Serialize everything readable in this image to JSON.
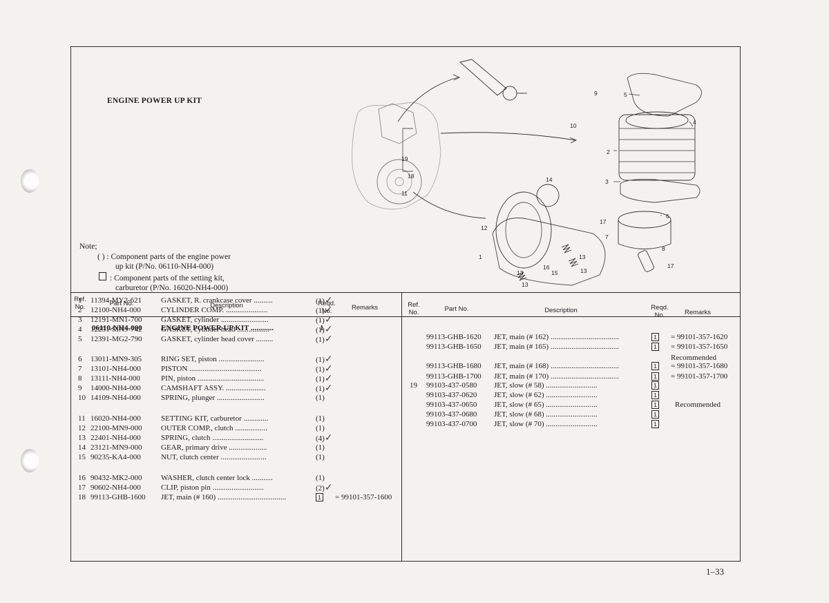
{
  "title": "ENGINE POWER UP KIT",
  "note": {
    "heading": "Note;",
    "l1": "( ) : Component parts of the engine power",
    "l2": "up kit (P/No. 06110-NH4-000)",
    "l3": ": Component parts of the setting kit,",
    "l4": "carburetor (P/No. 16020-NH4-000)"
  },
  "headers": {
    "ref1": "Ref.",
    "ref2": "No.",
    "part": "Part No.",
    "desc": "Description",
    "reqd1": "Reqd.",
    "reqd2": "No.",
    "remarks": "Remarks"
  },
  "kit": {
    "part": "06110-NH4-000",
    "desc": "ENGINE POWER UP KIT ............",
    "qty": "1"
  },
  "left_rows": [
    {
      "ref": "1",
      "part": "11394-MY2-621",
      "desc": "GASKET, R. crankcase cover ..........",
      "qty": "(1)",
      "chk": "✓",
      "rem": ""
    },
    {
      "ref": "2",
      "part": "12100-NH4-000",
      "desc": "CYLINDER COMP. ......................",
      "qty": "(1)",
      "chk": "✓",
      "rem": ""
    },
    {
      "ref": "3",
      "part": "12191-MN1-700",
      "desc": "GASKET, cylinder .........................",
      "qty": "(1)",
      "chk": "✓",
      "rem": ""
    },
    {
      "ref": "4",
      "part": "12251-MN9-742",
      "desc": "GASKET, cylinder head .................",
      "qty": "(1)",
      "chk": "✓",
      "rem": ""
    },
    {
      "ref": "5",
      "part": "12391-MG2-790",
      "desc": "GASKET, cylinder head cover .........",
      "qty": "(1)",
      "chk": "✓",
      "rem": ""
    },
    {
      "ref": "6",
      "part": "13011-MN9-305",
      "desc": "RING SET, piston ........................",
      "qty": "(1)",
      "chk": "✓",
      "rem": ""
    },
    {
      "ref": "7",
      "part": "13101-NH4-000",
      "desc": "PISTON ......................................",
      "qty": "(1)",
      "chk": "✓",
      "rem": ""
    },
    {
      "ref": "8",
      "part": "13111-NH4-000",
      "desc": "PIN, piston ...................................",
      "qty": "(1)",
      "chk": "✓",
      "rem": ""
    },
    {
      "ref": "9",
      "part": "14000-NH4-000",
      "desc": "CAMSHAFT ASSY. .....................",
      "qty": "(1)",
      "chk": "✓",
      "rem": ""
    },
    {
      "ref": "10",
      "part": "14109-NH4-000",
      "desc": "SPRING, plunger .........................",
      "qty": "(1)",
      "chk": "",
      "rem": ""
    },
    {
      "ref": "11",
      "part": "16020-NH4-000",
      "desc": "SETTING KIT, carburetor .............",
      "qty": "(1)",
      "chk": "",
      "rem": ""
    },
    {
      "ref": "12",
      "part": "22100-MN9-000",
      "desc": "OUTER COMP., clutch .................",
      "qty": "(1)",
      "chk": "",
      "rem": ""
    },
    {
      "ref": "13",
      "part": "22401-NH4-000",
      "desc": "SPRING, clutch ...........................",
      "qty": "(4)",
      "chk": "✓",
      "rem": ""
    },
    {
      "ref": "14",
      "part": "23121-MN9-000",
      "desc": "GEAR, primary drive ....................",
      "qty": "(1)",
      "chk": "",
      "rem": ""
    },
    {
      "ref": "15",
      "part": "90235-KA4-000",
      "desc": "NUT, clutch center ........................",
      "qty": "(1)",
      "chk": "",
      "rem": ""
    },
    {
      "ref": "16",
      "part": "90432-MK2-000",
      "desc": "WASHER, clutch center lock ...........",
      "qty": "(1)",
      "chk": "",
      "rem": ""
    },
    {
      "ref": "17",
      "part": "90602-NH4-000",
      "desc": "CLIP, piston pin ...........................",
      "qty": "(2)",
      "chk": "✓",
      "rem": ""
    },
    {
      "ref": "18",
      "part": "99113-GHB-1600",
      "desc": "JET, main (# 160) ....................................",
      "qty": "1",
      "chk": "",
      "rem": "= 99101-357-1600"
    }
  ],
  "right_rows": [
    {
      "ref": "",
      "part": "99113-GHB-1620",
      "desc": "JET, main (# 162) ....................................",
      "qty": "1",
      "rem": "= 99101-357-1620"
    },
    {
      "ref": "",
      "part": "99113-GHB-1650",
      "desc": "JET, main (# 165) ....................................",
      "qty": "1",
      "rem": "= 99101-357-1650"
    },
    {
      "ref": "",
      "part": "",
      "desc": "",
      "qty": "",
      "rem": "Recommended"
    },
    {
      "ref": "",
      "part": "99113-GHB-1680",
      "desc": "JET, main (# 168) ....................................",
      "qty": "1",
      "rem": "= 99101-357-1680"
    },
    {
      "ref": "",
      "part": "99113-GHB-1700",
      "desc": "JET, main (# 170) ....................................",
      "qty": "1",
      "rem": "= 99101-357-1700"
    },
    {
      "ref": "19",
      "part": "99103-437-0580",
      "desc": "JET, slow (# 58) ...........................",
      "qty": "1",
      "rem": ""
    },
    {
      "ref": "",
      "part": "99103-437-0620",
      "desc": "JET, slow (# 62) ...........................",
      "qty": "1",
      "rem": ""
    },
    {
      "ref": "",
      "part": "99103-437-0650",
      "desc": "JET, slow (# 65) ...........................",
      "qty": "1",
      "rem": "Recommended"
    },
    {
      "ref": "",
      "part": "99103-437-0680",
      "desc": "JET, slow (# 68) ...........................",
      "qty": "1",
      "rem": ""
    },
    {
      "ref": "",
      "part": "99103-437-0700",
      "desc": "JET, slow (# 70) ...........................",
      "qty": "1",
      "rem": ""
    }
  ],
  "callouts": {
    "c1": "1",
    "c2": "2",
    "c3": "3",
    "c4": "4",
    "c5": "5",
    "c6": "6",
    "c7": "7",
    "c8": "8",
    "c9": "9",
    "c10": "10",
    "c11": "11",
    "c12": "12",
    "c13": "13",
    "c14": "14",
    "c15": "15",
    "c16": "16",
    "c17": "17",
    "c18": "18",
    "c19": "19"
  },
  "page_number": "1–33"
}
